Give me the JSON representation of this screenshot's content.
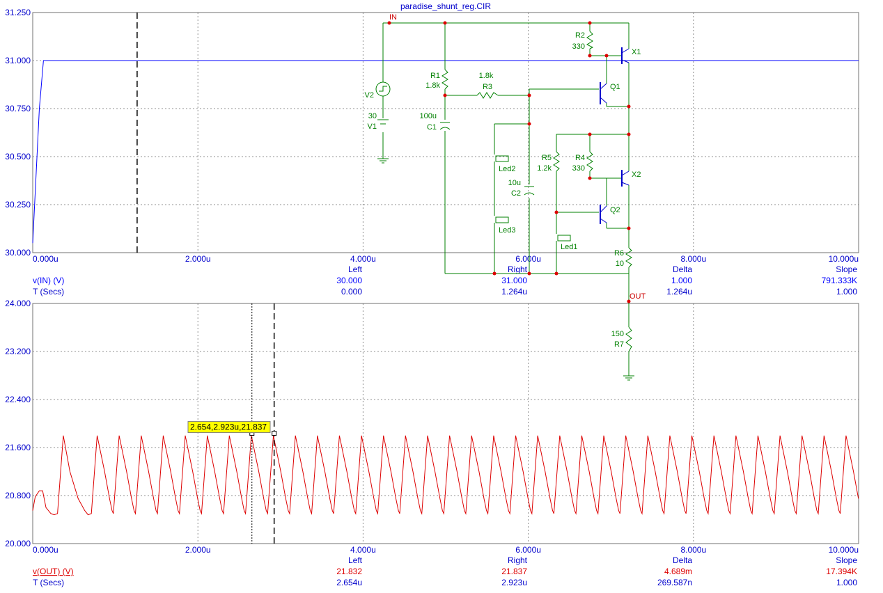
{
  "title": "paradise_shunt_reg.CIR",
  "colors": {
    "plot1": "#0000ff",
    "plot2": "#dd0000",
    "grid": "#909090",
    "schematic": "#008000",
    "node": "#dd0000",
    "axis_text": "#0000cc"
  },
  "chart_data": [
    {
      "type": "line",
      "xlim": [
        0,
        10
      ],
      "ylim": [
        30.0,
        31.25
      ],
      "x_ticks": [
        "0.000u",
        "2.000u",
        "4.000u",
        "6.000u",
        "8.000u",
        "10.000u"
      ],
      "y_ticks": [
        "30.000",
        "30.250",
        "30.500",
        "30.750",
        "31.000",
        "31.250"
      ],
      "grid": true,
      "cursor_x": 1.264,
      "series": [
        {
          "name": "v(IN) (V)",
          "x": [
            0,
            0.08,
            0.13,
            10
          ],
          "y": [
            30.05,
            30.75,
            31.0,
            31.0
          ]
        }
      ],
      "measurements": {
        "headers": [
          "Left",
          "Right",
          "Delta",
          "Slope"
        ],
        "rows": [
          {
            "label": "v(IN) (V)",
            "values": [
              "30.000",
              "31.000",
              "1.000",
              "791.333K"
            ]
          },
          {
            "label": "T (Secs)",
            "values": [
              "0.000",
              "1.264u",
              "1.264u",
              "1.000"
            ]
          }
        ]
      }
    },
    {
      "type": "line",
      "xlim": [
        0,
        10
      ],
      "ylim": [
        20.0,
        24.0
      ],
      "x_ticks": [
        "0.000u",
        "2.000u",
        "4.000u",
        "6.000u",
        "8.000u",
        "10.000u"
      ],
      "y_ticks": [
        "20.000",
        "20.800",
        "21.600",
        "22.400",
        "23.200",
        "24.000"
      ],
      "grid": true,
      "cursor_left_x": 2.654,
      "cursor_right_x": 2.923,
      "tooltip": "2.654,2.923u,21.837",
      "series": [
        {
          "name": "v(OUT) (V)",
          "x": [
            0,
            0.03,
            0.08,
            0.12,
            0.16,
            0.22,
            0.26,
            0.3,
            0.37,
            0.45,
            0.55,
            0.63,
            0.67,
            0.71
          ],
          "y": [
            20.55,
            20.78,
            20.88,
            20.88,
            20.6,
            20.5,
            20.48,
            20.5,
            21.8,
            21.2,
            20.75,
            20.55,
            20.48,
            20.5
          ],
          "period": 0.2667,
          "cycle_x": [
            0,
            0.07,
            0.16,
            0.22,
            0.25,
            0.2667
          ],
          "cycle_y": [
            20.5,
            21.8,
            21.2,
            20.75,
            20.55,
            20.5
          ]
        }
      ],
      "measurements": {
        "headers": [
          "Left",
          "Right",
          "Delta",
          "Slope"
        ],
        "rows": [
          {
            "label": "v(OUT) (V)",
            "values": [
              "21.832",
              "21.837",
              "4.689m",
              "17.394K"
            ]
          },
          {
            "label": "T (Secs)",
            "values": [
              "2.654u",
              "2.923u",
              "269.587n",
              "1.000"
            ]
          }
        ]
      }
    }
  ],
  "schematic": {
    "nets": [
      "IN",
      "OUT"
    ],
    "components": [
      {
        "ref": "V2",
        "value": ""
      },
      {
        "ref": "V1",
        "value": "30"
      },
      {
        "ref": "R1",
        "value": "1.8k"
      },
      {
        "ref": "R3",
        "value": "1.8k"
      },
      {
        "ref": "C1",
        "value": "100u"
      },
      {
        "ref": "R2",
        "value": "330"
      },
      {
        "ref": "X1",
        "value": ""
      },
      {
        "ref": "Q1",
        "value": ""
      },
      {
        "ref": "Led2",
        "value": ""
      },
      {
        "ref": "Led3",
        "value": ""
      },
      {
        "ref": "C2",
        "value": "10u"
      },
      {
        "ref": "R5",
        "value": "1.2k"
      },
      {
        "ref": "R4",
        "value": "330"
      },
      {
        "ref": "X2",
        "value": ""
      },
      {
        "ref": "Q2",
        "value": ""
      },
      {
        "ref": "Led1",
        "value": ""
      },
      {
        "ref": "R6",
        "value": "10"
      },
      {
        "ref": "R7",
        "value": "150"
      }
    ]
  }
}
